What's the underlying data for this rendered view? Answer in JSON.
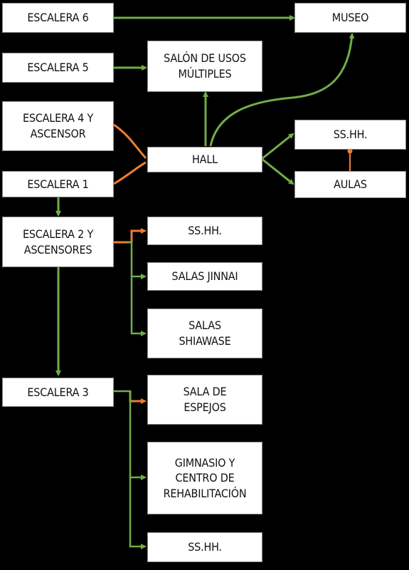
{
  "diagram": {
    "colors": {
      "green": "#70ad47",
      "orange": "#ed7d31",
      "node_fill": "#ffffff",
      "background": "#000000"
    },
    "nodes": {
      "escalera6": "ESCALERA 6",
      "museo": "MUSEO",
      "escalera5": "ESCALERA 5",
      "salon_usos": "SALÓN DE USOS\nMÚLTIPLES",
      "escalera4": "ESCALERA 4 Y\nASCENSOR",
      "sshh_top": "SS.HH.",
      "hall": "HALL",
      "escalera1": "ESCALERA 1",
      "aulas": "AULAS",
      "escalera2": "ESCALERA 2 Y\nASCENSORES",
      "sshh_mid": "SS.HH.",
      "salas_jinnai": "SALAS JINNAI",
      "salas_shiawase": "SALAS\nSHIAWASE",
      "escalera3": "ESCALERA 3",
      "sala_espejos": "SALA DE\nESPEJOS",
      "gimnasio": "GIMNASIO Y\nCENTRO DE\nREHABILITACIÓN",
      "sshh_bottom": "SS.HH."
    },
    "edges": [
      {
        "from": "escalera6",
        "to": "museo",
        "color": "green"
      },
      {
        "from": "escalera5",
        "to": "salon_usos",
        "color": "green"
      },
      {
        "from": "escalera4",
        "to": "hall",
        "color": "orange"
      },
      {
        "from": "escalera1",
        "to": "hall",
        "color": "orange"
      },
      {
        "from": "hall",
        "to": "salon_usos",
        "color": "green"
      },
      {
        "from": "hall",
        "to": "museo",
        "color": "green"
      },
      {
        "from": "hall",
        "to": "sshh_top",
        "color": "green"
      },
      {
        "from": "hall",
        "to": "aulas",
        "color": "green"
      },
      {
        "from": "aulas",
        "to": "sshh_top",
        "color": "orange"
      },
      {
        "from": "escalera1",
        "to": "escalera2",
        "color": "green"
      },
      {
        "from": "escalera2",
        "to": "escalera3",
        "color": "green"
      },
      {
        "from": "escalera2",
        "to": "sshh_mid",
        "color": "orange"
      },
      {
        "from": "escalera2",
        "to": "salas_jinnai",
        "color": "green"
      },
      {
        "from": "escalera2",
        "to": "salas_shiawase",
        "color": "green"
      },
      {
        "from": "escalera3",
        "to": "sala_espejos",
        "color": "orange"
      },
      {
        "from": "escalera3",
        "to": "gimnasio",
        "color": "green"
      },
      {
        "from": "escalera3",
        "to": "sshh_bottom",
        "color": "green"
      }
    ]
  }
}
